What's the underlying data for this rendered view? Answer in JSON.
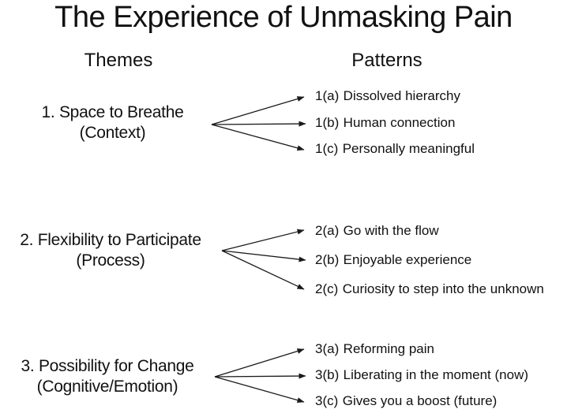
{
  "title": "The Experience of Unmasking Pain",
  "columns": {
    "themes_header": "Themes",
    "patterns_header": "Patterns"
  },
  "themes": [
    {
      "name": "1. Space to Breathe",
      "qualifier": "(Context)",
      "patterns": [
        {
          "code": "1(a)",
          "label": "Dissolved hierarchy"
        },
        {
          "code": "1(b)",
          "label": "Human connection"
        },
        {
          "code": "1(c)",
          "label": "Personally meaningful"
        }
      ]
    },
    {
      "name": "2. Flexibility to Participate",
      "qualifier": "(Process)",
      "patterns": [
        {
          "code": "2(a)",
          "label": "Go with the flow"
        },
        {
          "code": "2(b)",
          "label": "Enjoyable experience"
        },
        {
          "code": "2(c)",
          "label": "Curiosity to step into the unknown"
        }
      ]
    },
    {
      "name": "3. Possibility for Change",
      "qualifier": "(Cognitive/Emotion)",
      "patterns": [
        {
          "code": "3(a)",
          "label": "Reforming pain"
        },
        {
          "code": "3(b)",
          "label": "Liberating in the moment (now)"
        },
        {
          "code": "3(c)",
          "label": "Gives you a boost (future)"
        }
      ]
    }
  ],
  "colors": {
    "background": "#ffffff",
    "text": "#111111",
    "arrow": "#1a1a1a"
  }
}
